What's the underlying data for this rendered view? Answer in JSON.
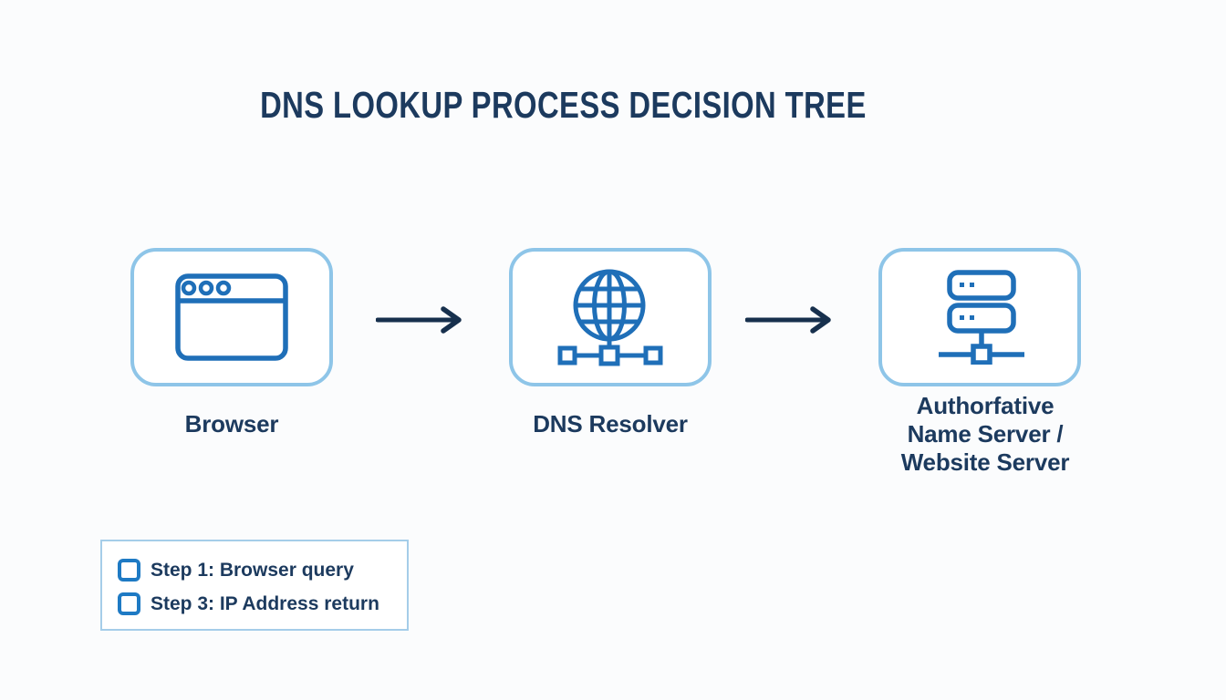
{
  "title": "DNS LOOKUP PROCESS DECISION TREE",
  "nodes": [
    {
      "id": "browser",
      "label": "Browser",
      "icon": "browser-window-icon"
    },
    {
      "id": "dns-resolver",
      "label": "DNS Resolver",
      "icon": "globe-network-icon"
    },
    {
      "id": "authoritative-server",
      "label": "Authorfative\nName Server /\nWebsite Server",
      "icon": "server-stack-icon"
    }
  ],
  "arrows": [
    {
      "from": "browser",
      "to": "dns-resolver"
    },
    {
      "from": "dns-resolver",
      "to": "authoritative-server"
    }
  ],
  "legend": {
    "items": [
      {
        "label": "Step 1: Browser query"
      },
      {
        "label": "Step 3: IP Address return"
      }
    ]
  },
  "colors": {
    "background": "#fbfcfd",
    "card_bg": "#ffffff",
    "card_border": "#8ec5e8",
    "legend_border": "#a5cde9",
    "icon_blue": "#1f6fb8",
    "checkbox_blue": "#1e7ac4",
    "navy": "#1c3a5e",
    "arrow": "#17304d"
  }
}
